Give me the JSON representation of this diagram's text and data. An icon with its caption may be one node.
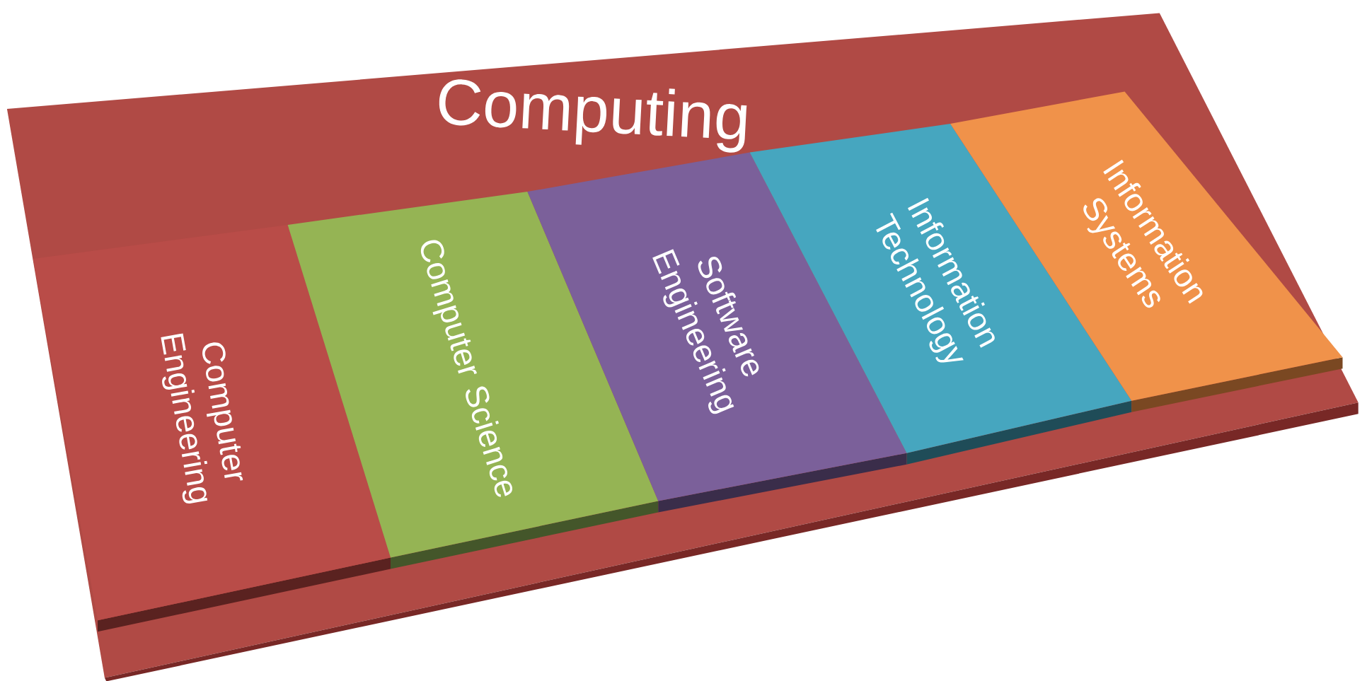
{
  "diagram": {
    "nodes": [
      {
        "text": [
          "Computing"
        ]
      },
      {
        "text": [
          "Computer Engineering"
        ],
        "in": 0
      },
      {
        "text": [
          "Computer Science"
        ],
        "in": 0
      },
      {
        "text": [
          "Software Engineering"
        ],
        "in": 0
      },
      {
        "text": [
          "Information Technology"
        ],
        "in": 0
      },
      {
        "text": [
          "Information Systems"
        ],
        "in": 0
      }
    ]
  }
}
